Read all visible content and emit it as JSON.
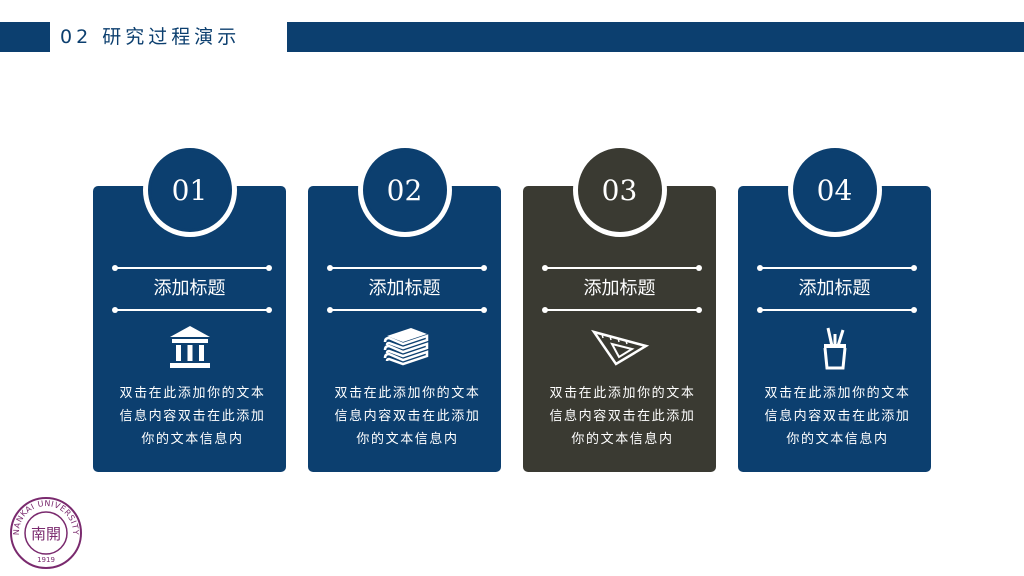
{
  "header": {
    "title": "02  研究过程演示",
    "brand_color": "#0c3f6f"
  },
  "cards": [
    {
      "number": "01",
      "title": "添加标题",
      "icon": "bank-building-icon",
      "body": "双击在此添加你的文本信息内容双击在此添加你的文本信息内",
      "color": "#0c3f6f"
    },
    {
      "number": "02",
      "title": "添加标题",
      "icon": "book-stack-icon",
      "body": "双击在此添加你的文本信息内容双击在此添加你的文本信息内",
      "color": "#0c3f6f"
    },
    {
      "number": "03",
      "title": "添加标题",
      "icon": "set-square-icon",
      "body": "双击在此添加你的文本信息内容双击在此添加你的文本信息内",
      "color": "#3a3a32"
    },
    {
      "number": "04",
      "title": "添加标题",
      "icon": "pencil-cup-icon",
      "body": "双击在此添加你的文本信息内容双击在此添加你的文本信息内",
      "color": "#0c3f6f"
    }
  ],
  "logo": {
    "ring_text": "NANKAI UNIVERSITY",
    "year": "1919",
    "center_text": "南開",
    "color": "#7a2a6e"
  }
}
